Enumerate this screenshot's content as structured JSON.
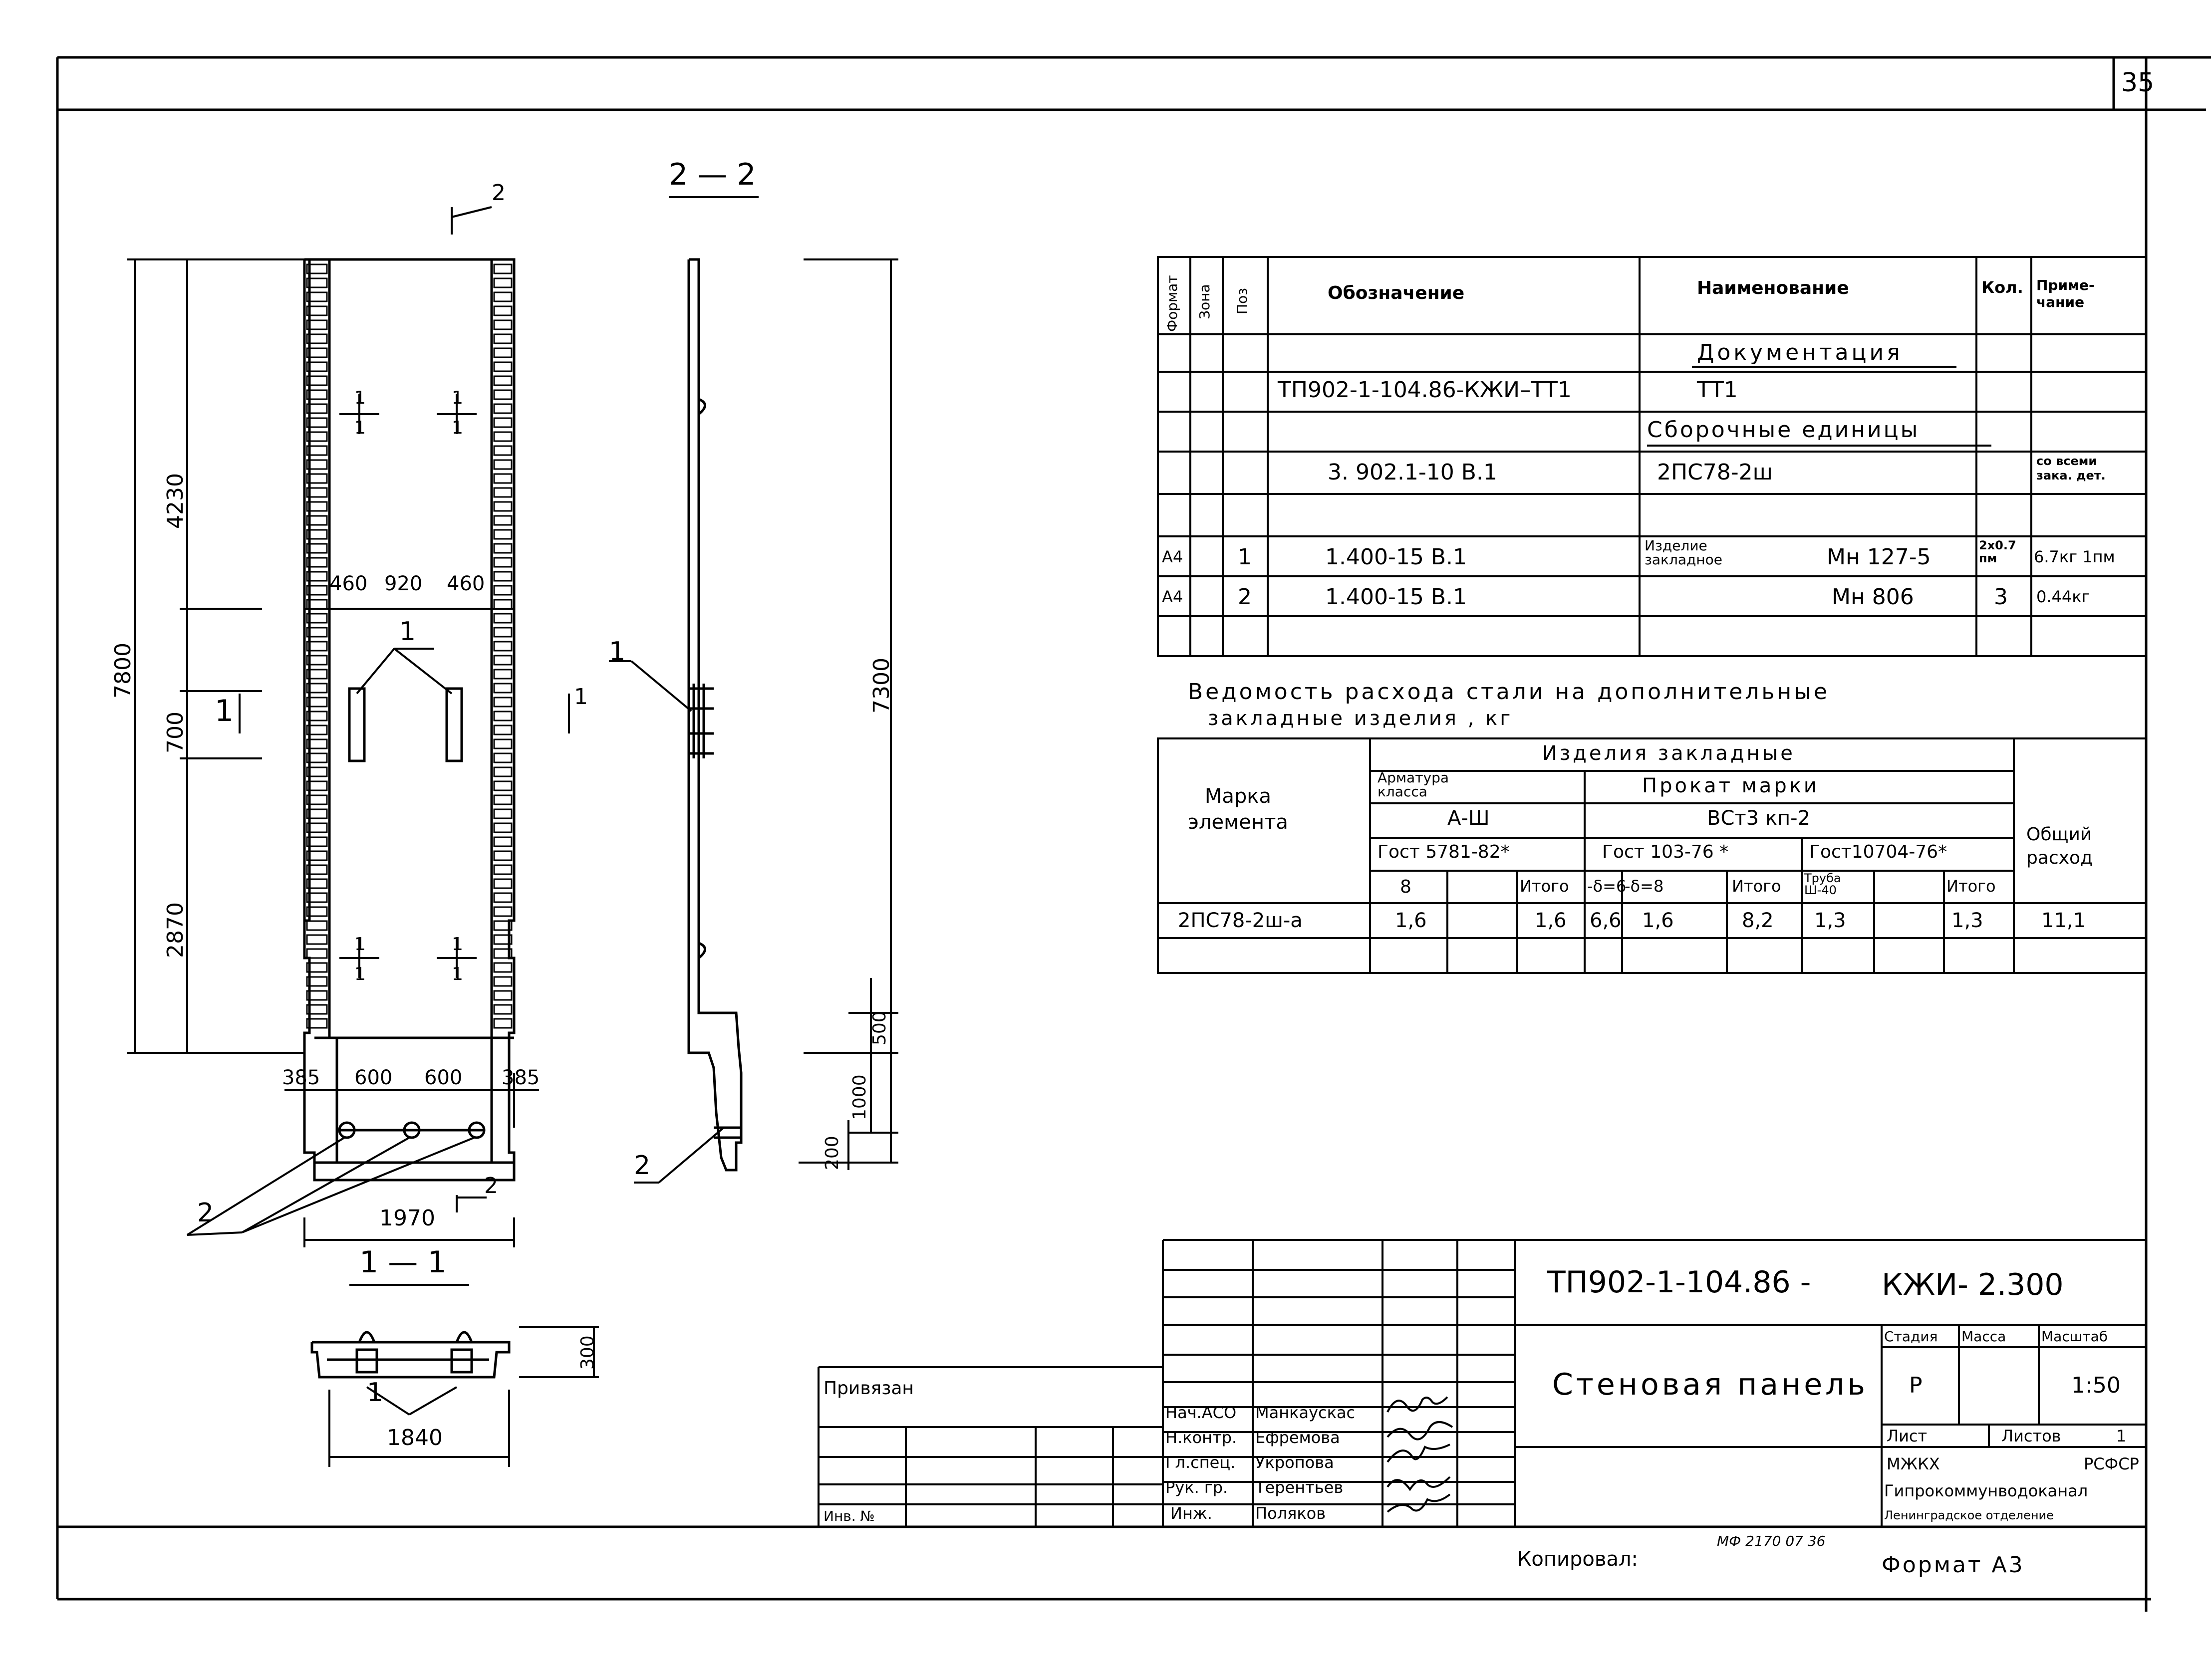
{
  "sheet_number": "35",
  "views": {
    "elevation": {
      "marker_2": "2",
      "dims_left": [
        "7800",
        "4230",
        "700",
        "2870"
      ],
      "dim_top": [
        "460",
        "920",
        "460"
      ],
      "bottom_dims": [
        "385",
        "600",
        "600",
        "385"
      ],
      "width_dim": "1970",
      "section_mark_1": "1",
      "section_mark_bottom": "2",
      "label_1": "1",
      "label_2": "2",
      "cut_marks": [
        "1",
        "1",
        "1",
        "1",
        "1",
        "1",
        "1",
        "1"
      ]
    },
    "section_2_2": {
      "title": "2 — 2",
      "dims_right": [
        "7300",
        "500",
        "1000",
        "200"
      ],
      "label_1": "1",
      "label_1_arrow": "1",
      "label_2": "2"
    },
    "section_1_1": {
      "title": "1 — 1",
      "width_dim": "1840",
      "height_dim": "300",
      "label_1": "1"
    }
  },
  "spec_table": {
    "headers": [
      "Формат",
      "Зона",
      "Поз",
      "Обозначение",
      "Наименование",
      "Кол.",
      "Приме-\nчание"
    ],
    "sections": {
      "docs": "Документация",
      "assemblies": "Сборочные единицы"
    },
    "rows": [
      {
        "fmt": "",
        "zone": "",
        "pos": "",
        "designation": "ТП902-1-104.86-КЖИ–ТТ1",
        "name": "ТТ1",
        "qty": "",
        "note": ""
      },
      {
        "fmt": "",
        "zone": "",
        "pos": "",
        "designation": "3. 902.1-10 В.1",
        "name": "2ПС78-2ш",
        "qty": "",
        "note": "со всеми\nзака. дет."
      },
      {
        "fmt": "А4",
        "zone": "",
        "pos": "1",
        "designation": "1.400-15 В.1",
        "name_prefix": "Изделие\nзакладное",
        "name": "Мн 127-5",
        "qty": "2х0.7\nпм",
        "note": "6.7кг 1пм"
      },
      {
        "fmt": "А4",
        "zone": "",
        "pos": "2",
        "designation": "1.400-15 В.1",
        "name": "Мн 806",
        "qty": "3",
        "note": "0.44кг"
      }
    ]
  },
  "steel_table": {
    "title_line1": "Ведомость расхода стали на дополнительные",
    "title_line2": "закладные изделия , кг",
    "col_mark": "Марка\nэлемента",
    "group": "Изделия закладные",
    "armatura": "Арматура\nкласса",
    "armatura_class": "А-Ш",
    "prokat": "Прокат марки",
    "prokat_mark": "ВСт3 кп-2",
    "gost1": "Гост 5781-82*",
    "gost2": "Гост 103-76 *",
    "gost3": "Гост10704-76*",
    "total_col": "Общий\nрасход",
    "sub_cols": [
      "8",
      "",
      "Итого",
      "-δ=6",
      "-δ=8",
      "Итого",
      "Труба\nШ-40",
      "",
      "Итого"
    ],
    "row": {
      "mark": "2ПС78-2ш-а",
      "vals": [
        "1,6",
        "",
        "1,6",
        "6,6",
        "1,6",
        "8,2",
        "1,3",
        "",
        "1,3"
      ],
      "total": "11,1"
    }
  },
  "title_block": {
    "code": "ТП902-1-104.86 -",
    "code2": "КЖИ- 2.300",
    "title": "Стеновая панель",
    "stage_label": "Стадия",
    "mass_label": "Масса",
    "scale_label": "Масштаб",
    "stage": "Р",
    "scale": "1:50",
    "sheet_label": "Лист",
    "sheets_label": "Листов",
    "sheets": "1",
    "org1": "МЖКХ",
    "org1b": "РСФСР",
    "org2": "Гипрокоммунводоканал",
    "org3": "Ленинградское отделение",
    "privyazan": "Привязан",
    "inv": "Инв. №",
    "roles": [
      "Нач.АСО",
      "Н.контр.",
      "Гл.спец.",
      "Рук. гр.",
      "Инж."
    ],
    "names": [
      "Манкаускас",
      "Ефремова",
      "Укропова",
      "Терентьев",
      "Поляков"
    ],
    "copied": "Копировал:",
    "format": "Формат А3",
    "stamp": "МФ 2170 07 36"
  }
}
